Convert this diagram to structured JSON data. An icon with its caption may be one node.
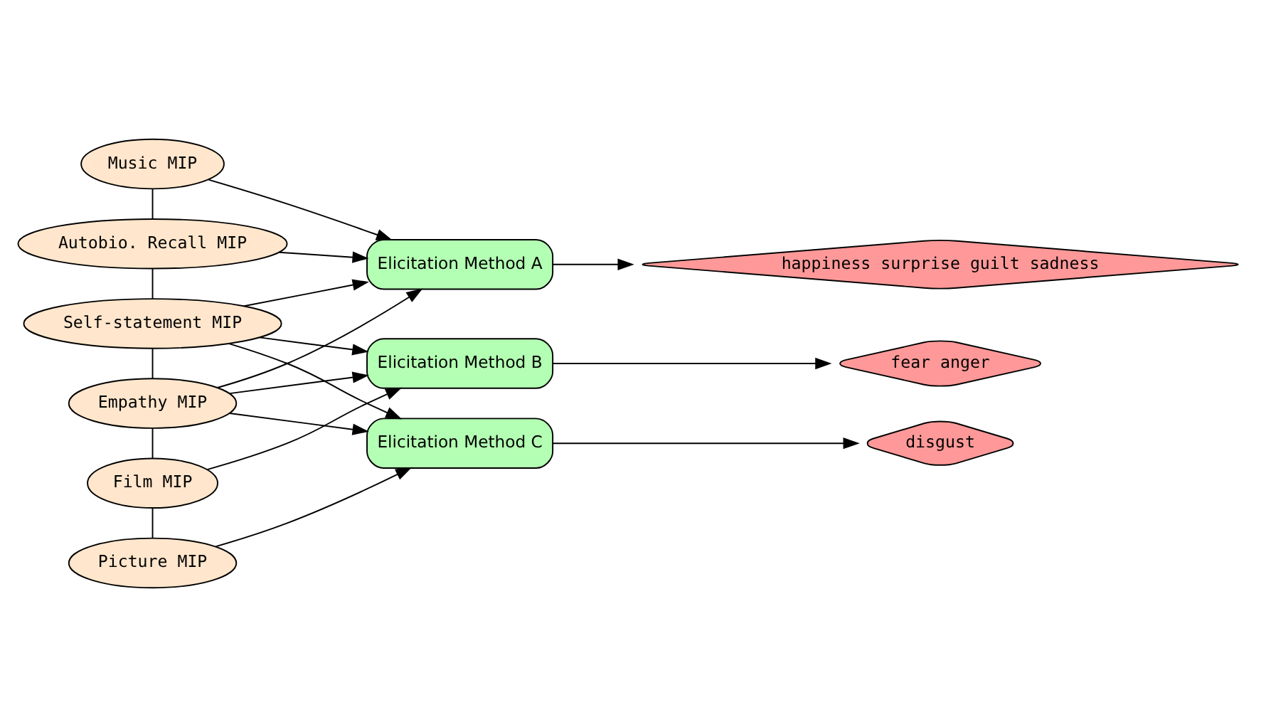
{
  "diagram": {
    "nodes": [
      {
        "text": [
          "Elicitation Method B"
        ]
      },
      {
        "text": [
          "Music MIP"
        ]
      },
      {
        "text": [
          "Elicitation Method A"
        ]
      },
      {
        "text": [
          "fear anger"
        ]
      },
      {
        "text": [
          "Autobio. Recall MIP"
        ]
      },
      {
        "text": [
          "happiness surprise guilt sadness"
        ]
      },
      {
        "text": [
          "Self-statement MIP"
        ]
      },
      {
        "text": [
          "Empathy MIP"
        ]
      },
      {
        "text": [
          "disgust"
        ]
      },
      {
        "text": [
          "Film MIP"
        ]
      },
      {
        "text": [
          "Picture MIP"
        ]
      },
      {
        "text": [
          "Elicitation Method C"
        ]
      }
    ],
    "edges": [
      {
        "from": 0,
        "to": 3,
        "arrow": "to"
      },
      {
        "from": 2,
        "to": 5,
        "arrow": "to"
      },
      {
        "from": 11,
        "to": 8,
        "arrow": "to"
      },
      {
        "from": 1,
        "to": 2,
        "arrow": "to"
      },
      {
        "from": 4,
        "to": 2,
        "arrow": "to"
      },
      {
        "from": 6,
        "to": 2,
        "arrow": "to"
      },
      {
        "from": 6,
        "to": 0,
        "arrow": "to"
      },
      {
        "from": 6,
        "to": 11,
        "arrow": "to"
      },
      {
        "from": 7,
        "to": 2,
        "arrow": "to"
      },
      {
        "from": 7,
        "to": 0,
        "arrow": "to"
      },
      {
        "from": 7,
        "to": 11,
        "arrow": "to"
      },
      {
        "from": 9,
        "to": 0,
        "arrow": "to"
      },
      {
        "from": 10,
        "to": 11,
        "arrow": "to"
      },
      {
        "from": 1,
        "to": 4,
        "arrow": "none"
      },
      {
        "from": 4,
        "to": 6,
        "arrow": "none"
      },
      {
        "from": 6,
        "to": 7,
        "arrow": "none"
      },
      {
        "from": 7,
        "to": 9,
        "arrow": "none"
      },
      {
        "from": 9,
        "to": 10,
        "arrow": "none"
      }
    ]
  }
}
